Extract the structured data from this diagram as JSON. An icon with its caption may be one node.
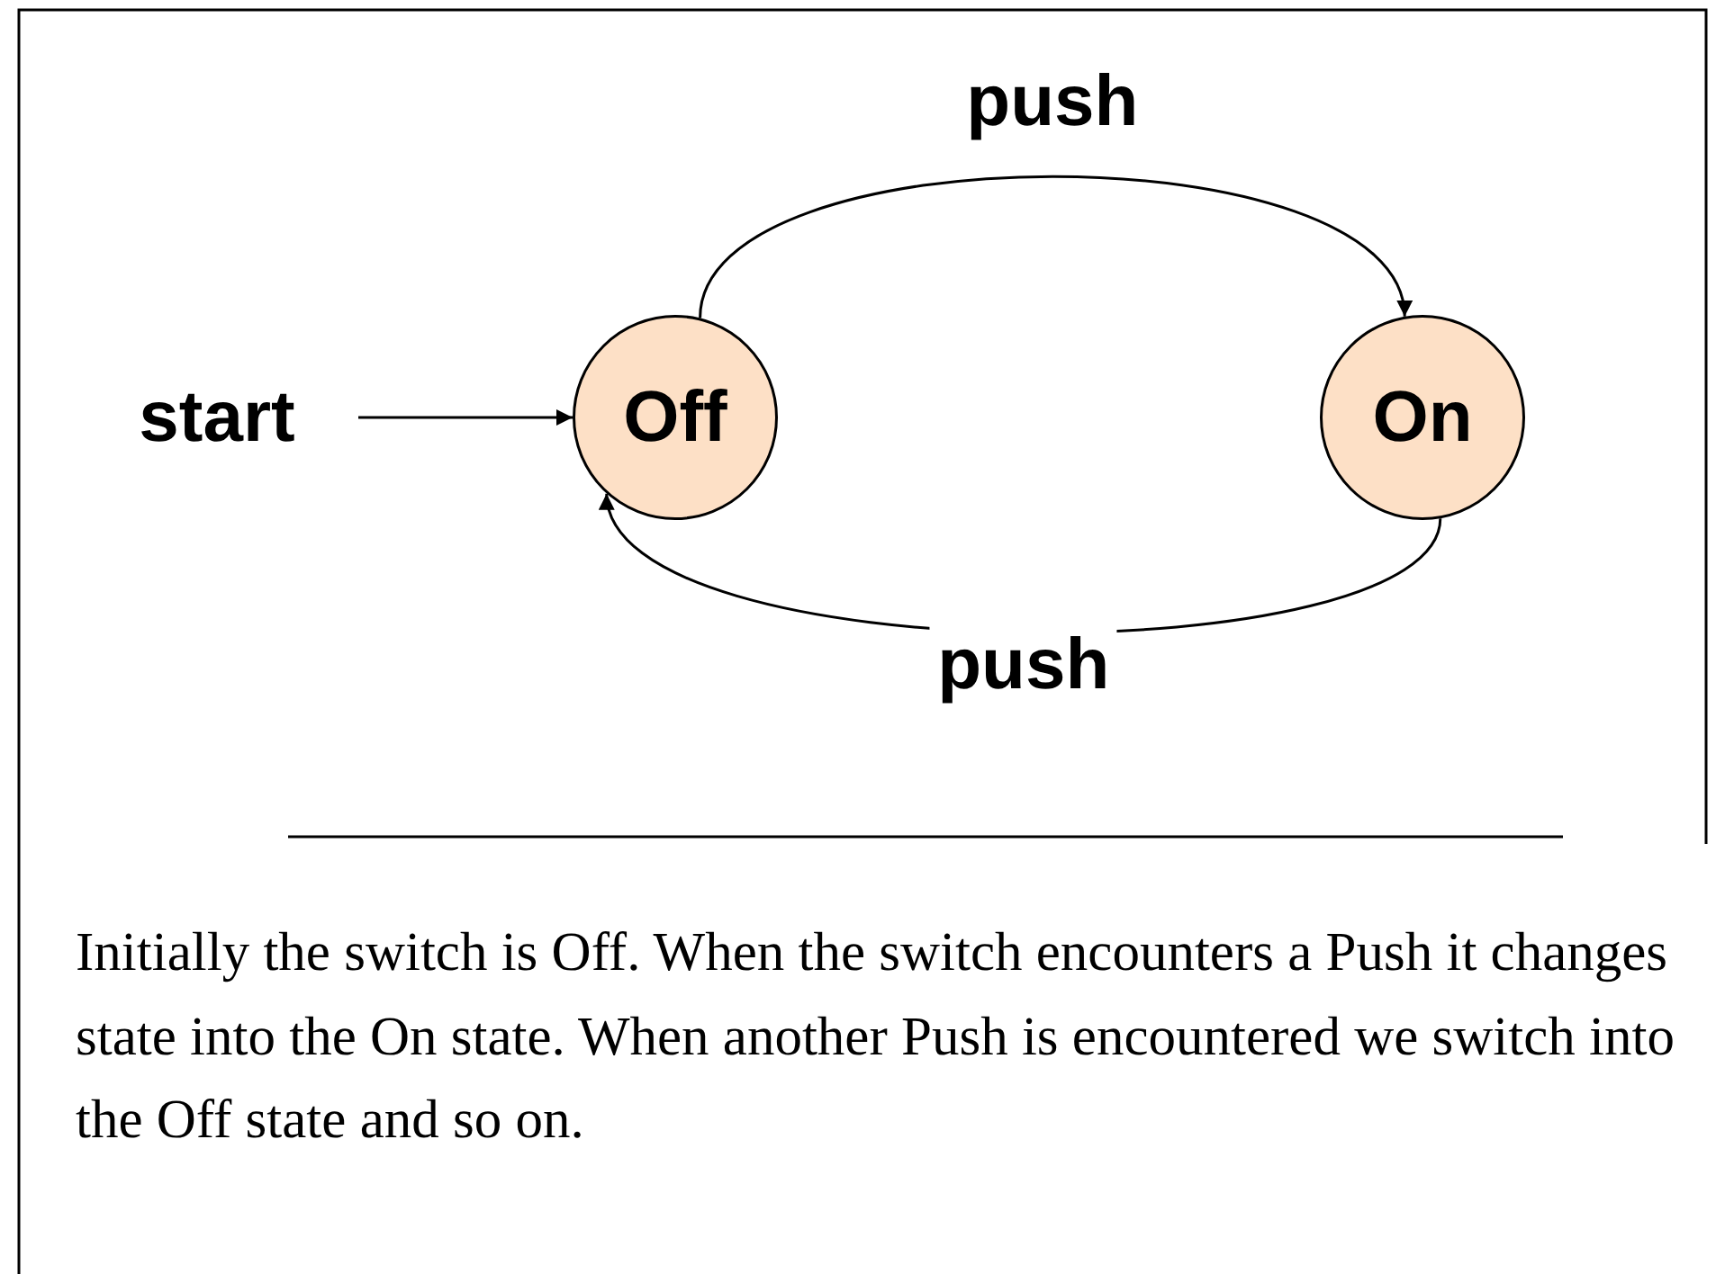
{
  "diagram": {
    "caption": "Initially the switch is Off. When the switch encounters a Push it changes state into the On state. When another Push is encountered we switch into the Off state and so on.",
    "nodes": [
      {
        "text": [
          "start"
        ]
      },
      {
        "text": [
          "Off"
        ]
      },
      {
        "text": [
          "On"
        ]
      }
    ],
    "edges": [
      {
        "from": 0,
        "to": 1,
        "arrow": "to"
      },
      {
        "from": 1,
        "to": 2,
        "arrow": "to",
        "label": "push"
      },
      {
        "from": 2,
        "to": 1,
        "arrow": "to",
        "label": "push"
      }
    ]
  }
}
